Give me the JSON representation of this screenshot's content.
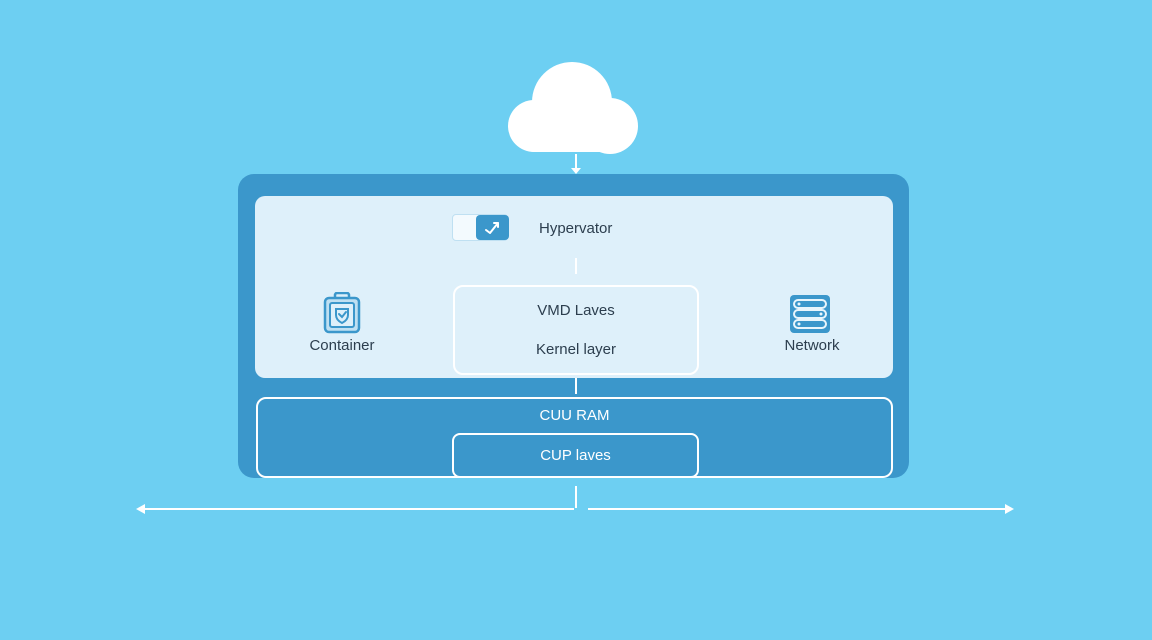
{
  "diagram": {
    "hypervisor": {
      "label": "Hypervator"
    },
    "center_box": {
      "line1": "VMD Laves",
      "line2": "Kernel layer"
    },
    "container": {
      "label": "Container",
      "icon": "container-icon"
    },
    "network": {
      "label": "Network",
      "icon": "server-rack-icon"
    },
    "lower": {
      "label": "CUU RAM",
      "inner_label": "CUP laves"
    },
    "cloud": {
      "icon": "cloud-icon"
    }
  },
  "colors": {
    "background": "#6dcff2",
    "frame": "#3b97cb",
    "panel": "#def0fa",
    "text_dark": "#2c3e4e",
    "text_light": "#ffffff"
  }
}
